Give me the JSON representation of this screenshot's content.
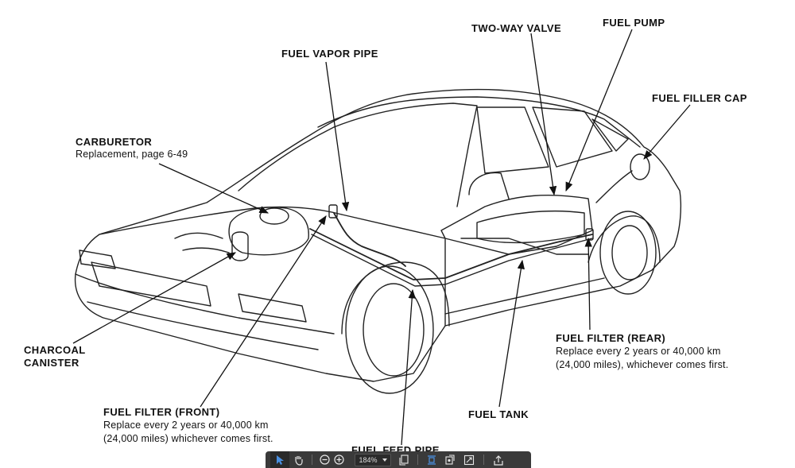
{
  "diagram": {
    "labels": {
      "fuel_vapor_pipe": "FUEL VAPOR PIPE",
      "two_way_valve": "TWO-WAY VALVE",
      "fuel_pump": "FUEL PUMP",
      "fuel_filler_cap": "FUEL FILLER CAP",
      "carburetor": "CARBURETOR",
      "carburetor_note": "Replacement, page 6-49",
      "charcoal_canister_line1": "CHARCOAL",
      "charcoal_canister_line2": "CANISTER",
      "fuel_filter_rear": "FUEL FILTER (REAR)",
      "fuel_filter_rear_note1": "Replace every 2 years or 40,000 km",
      "fuel_filter_rear_note2": "(24,000 miles), whichever comes first.",
      "fuel_filter_front": "FUEL FILTER (FRONT)",
      "fuel_filter_front_note1": "Replace every 2 years or 40,000 km",
      "fuel_filter_front_note2": "(24,000 miles) whichever comes first.",
      "fuel_tank": "FUEL TANK",
      "fuel_feed_pipe": "FUEL FEED PIPE"
    }
  },
  "toolbar": {
    "zoom_value": "184%",
    "icons": [
      "select-cursor-icon",
      "hand-pan-icon",
      "zoom-out-icon",
      "zoom-in-icon",
      "page-view-icon",
      "fit-width-icon",
      "rotate-page-icon",
      "fit-page-icon",
      "share-export-icon"
    ],
    "background": "#3a3a3a",
    "selected_tool_color": "#4a90e2"
  }
}
